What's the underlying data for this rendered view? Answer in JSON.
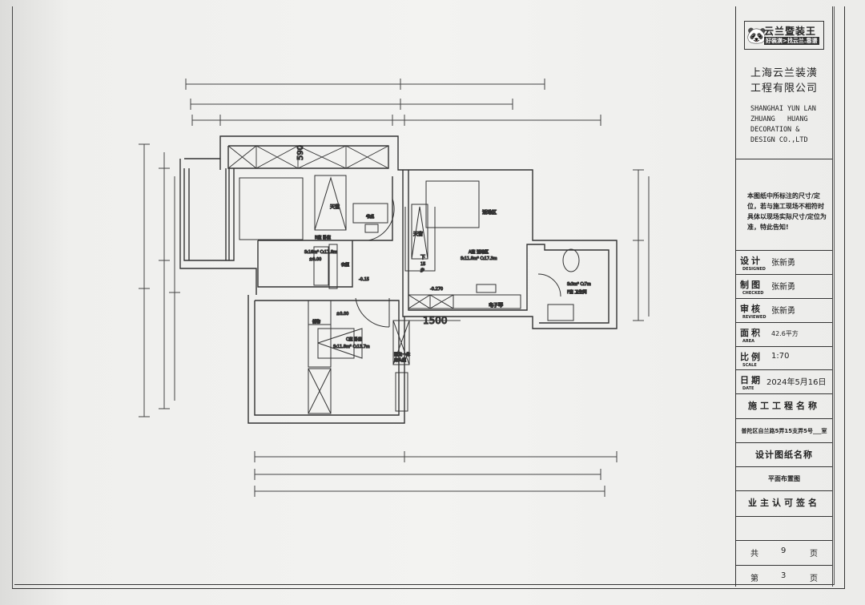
{
  "title_block": {
    "logo_text": "云兰暨装王",
    "logo_slogan": "好装潢>找云兰.靠谱",
    "company_cn_line1": "上海云兰装潢",
    "company_cn_line2": "工程有限公司",
    "company_en": "SHANGHAI YUN LAN\nZHUANG   HUANG\nDECORATION &\nDESIGN CO.,LTD",
    "note": "本图纸中所标注的尺寸/定位，若与施工现场不相符时具体以现场实际尺寸/定位为准，特此告知!",
    "fields": [
      {
        "label": "设计",
        "label_en": "DESIGNED",
        "value": "张新勇"
      },
      {
        "label": "制图",
        "label_en": "CHECKED",
        "value": "张新勇"
      },
      {
        "label": "审核",
        "label_en": "REVIEWED",
        "value": "张新勇"
      },
      {
        "label": "面积",
        "label_en": "AREA",
        "value": "42.6平方"
      },
      {
        "label": "比例",
        "label_en": "SCALE",
        "value": "1:70"
      },
      {
        "label": "日期",
        "label_en": "DATE",
        "value": "2024年5月16日"
      }
    ],
    "project_name_label": "施工工程名称",
    "project_name": "普陀区自兰路5弄15支弄5号___室",
    "drawing_name_label": "设计图纸名称",
    "drawing_name": "平面布置图",
    "owner_sign_label": "业主认可签名",
    "total_pages": {
      "prefix": "共",
      "value": "9",
      "suffix": "页"
    },
    "page_no": {
      "prefix": "第",
      "value": "3",
      "suffix": "页"
    }
  },
  "plan": {
    "dim_590": "590",
    "dim_1500": "1500",
    "skylight_1": "天窗",
    "skylight_2": "天窗",
    "desk": "书桌",
    "room_b": "B室 卧室",
    "room_b_area": "S:16m² C:17.8m",
    "level_b": "±0.00",
    "wardrobe": "衣柜",
    "level_door": "-0.15",
    "room_a_zone": "活动区",
    "room_a": "A室 活动区",
    "room_a_area": "S:11.8m² C:17.3m",
    "level_a": "-0.270",
    "stairs_down": "下",
    "stairs_steps": "15",
    "stairs_step": "步",
    "keyboard": "电子琴",
    "room_f": "F室 卫生间",
    "room_f_area": "S:3m² C:7m",
    "level_c": "±0.00",
    "storage": "储物",
    "room_c": "C室 卧室",
    "room_c_area": "S:11.8m² C:13.7m",
    "bedside": "固定一体",
    "bedside_2": "床头柜"
  }
}
